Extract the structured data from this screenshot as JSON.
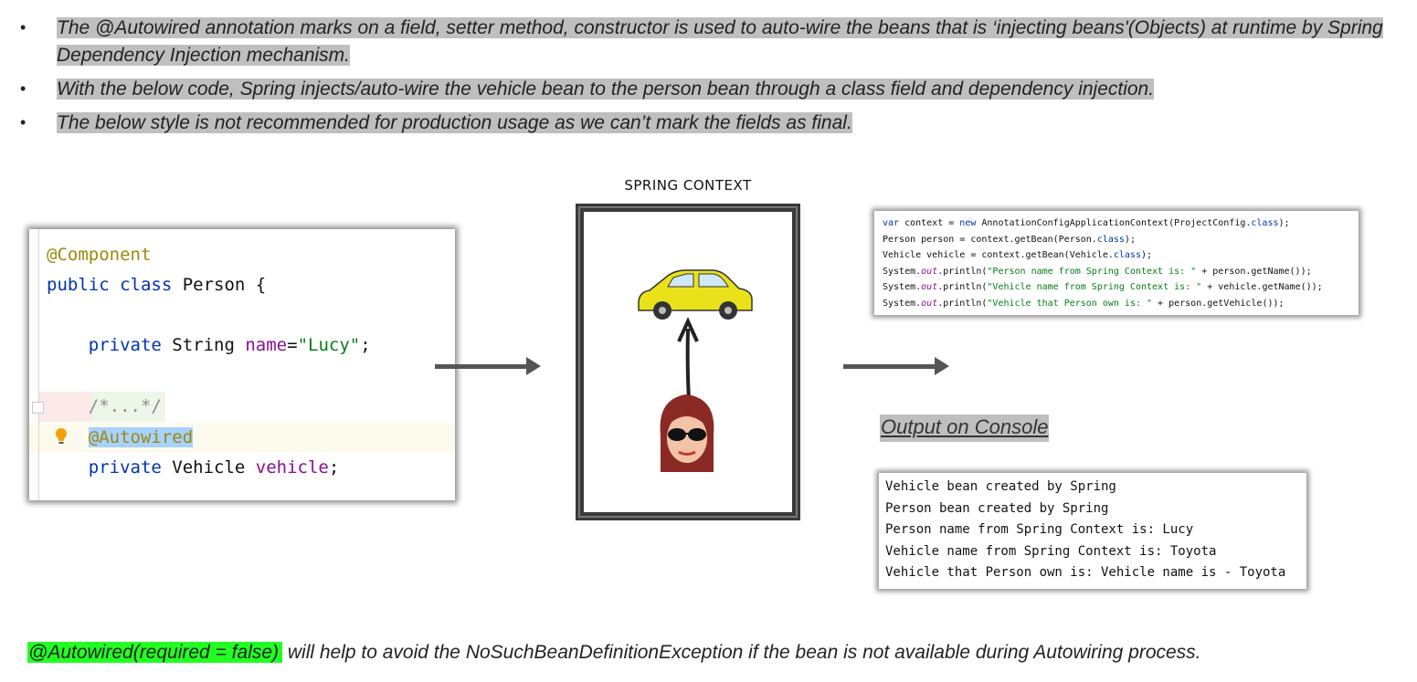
{
  "bullets": [
    {
      "text": "The @Autowired annotation marks on a field, setter method, constructor is used to auto-wire the beans that is ‘injecting beans'(Objects) at runtime by Spring Dependency Injection mechanism."
    },
    {
      "text": "With the below code, Spring injects/auto-wire the vehicle bean to the person bean through a class field and dependency injection."
    },
    {
      "text": "The below style is not recommended for production usage as we can’t mark the fields as final."
    }
  ],
  "bullet_glyph": "•",
  "code": {
    "ann_component": "@Component",
    "kw_public": "public",
    "kw_class": "class",
    "class_name": " Person {",
    "kw_private": "private",
    "type_string": " String ",
    "field_name": "name",
    "eq": "=",
    "str_lucy": "\"Lucy\"",
    "semi": ";",
    "folded_comment": "/*...*/",
    "ann_autowired": "@Autowired",
    "type_vehicle": " Vehicle ",
    "field_vehicle": "vehicle",
    "semi2": ";"
  },
  "context": {
    "title": "SPRING CONTEXT"
  },
  "snippet": {
    "l1_kw": "var",
    "l1_a": " context = ",
    "l1_new": "new",
    "l1_b": " AnnotationConfigApplicationContext(ProjectConfig.",
    "l1_class": "class",
    "l1_c": ");",
    "l2_a": "Person person = context.getBean(Person.",
    "l2_class": "class",
    "l2_c": ");",
    "l3_a": "Vehicle vehicle = context.getBean(Vehicle.",
    "l3_class": "class",
    "l3_c": ");",
    "sys": "System.",
    "out": "out",
    "println": ".println(",
    "l4_str": "\"Person name from Spring Context is: \"",
    "l4_rest": " + person.getName());",
    "l5_str": "\"Vehicle name from Spring Context is: \"",
    "l5_rest": " + vehicle.getName());",
    "l6_str": "\"Vehicle that Person own is: \"",
    "l6_rest": " + person.getVehicle());"
  },
  "output_label": "Output on Console",
  "console_lines": [
    "Vehicle bean created by Spring",
    "Person bean created by Spring",
    "Person name from Spring Context is: Lucy",
    "Vehicle name from Spring Context is: Toyota",
    "Vehicle that Person own is: Vehicle name is - Toyota"
  ],
  "footer": {
    "highlight": "@Autowired(required = false)",
    "rest": " will help to avoid the NoSuchBeanDefinitionException if the bean is not available during Autowiring process."
  },
  "colors": {
    "highlight_gray": "#bfbfbf",
    "highlight_green": "#22ff22",
    "car_yellow": "#e9e11a"
  }
}
